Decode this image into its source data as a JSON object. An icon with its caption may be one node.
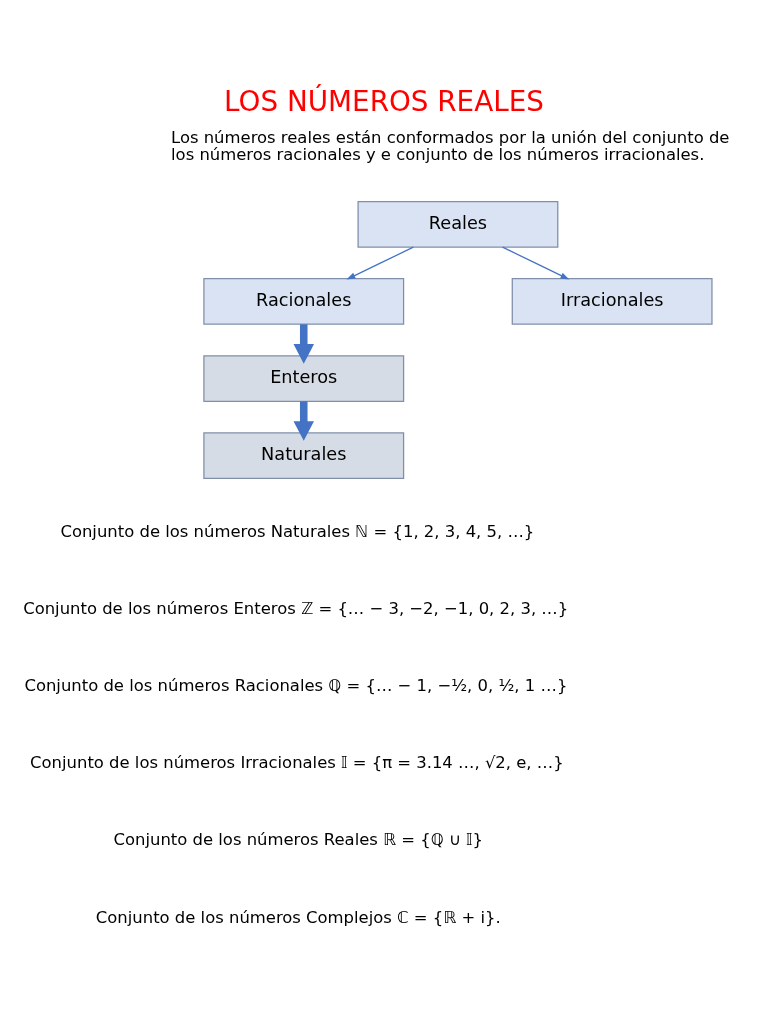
{
  "diagram": {
    "title": "LOS NÚMEROS REALES",
    "nodes": [
      {
        "text": [
          "Reales"
        ]
      },
      {
        "text": [
          "Racionales"
        ]
      },
      {
        "text": [
          "Irracionales"
        ]
      },
      {
        "text": [
          "Enteros"
        ]
      },
      {
        "text": [
          "Naturales"
        ]
      }
    ],
    "edges": [
      {
        "from": 0,
        "to": 1,
        "arrow": "to"
      },
      {
        "from": 0,
        "to": 2,
        "arrow": "to"
      },
      {
        "from": 1,
        "to": 3,
        "arrow": "to",
        "style": "thick"
      },
      {
        "from": 3,
        "to": 4,
        "arrow": "to",
        "style": "thick"
      }
    ],
    "labels": [
      "Los números reales están conformados por la unión del conjunto de los números racionales y e conjunto de los números irracionales.",
      "Conjunto de los números Naturales ℕ = {1, 2, 3, 4, 5, …}",
      "Conjunto de los números Enteros ℤ = {… − 3, −2, −1, 0, 2, 3, …}",
      "Conjunto de los números Racionales ℚ = {… − 1, −½, 0, ½, 1 …}",
      "Conjunto de los números Irracionales 𝕀 = {π = 3.14 …, √2, e, …}",
      "Conjunto de los números Reales ℝ = {ℚ ∪ 𝕀}",
      "Conjunto de los números Complejos ℂ = {ℝ + i}."
    ]
  }
}
